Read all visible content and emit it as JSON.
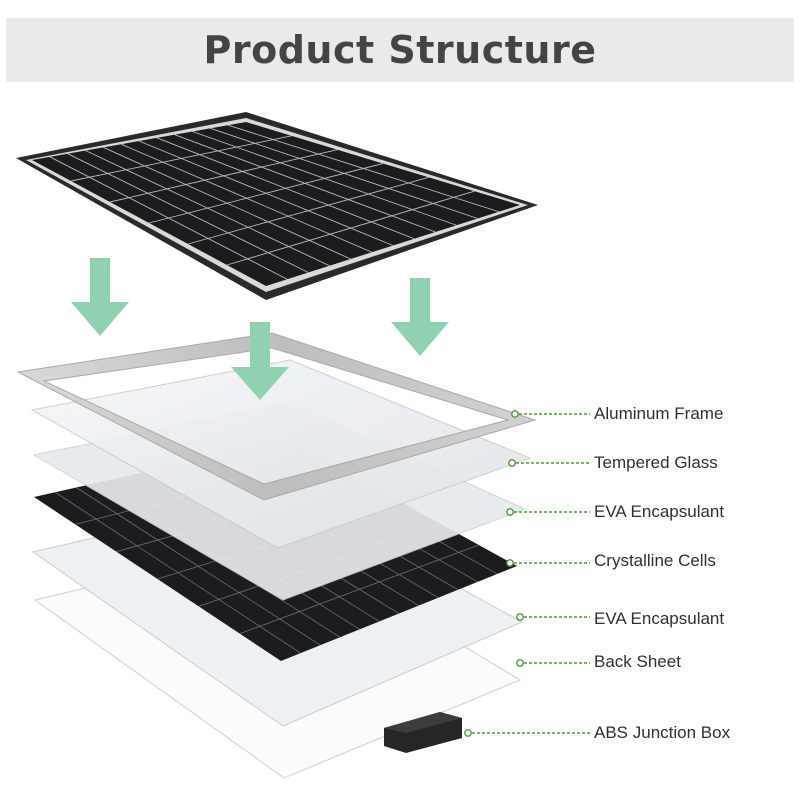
{
  "title": "Product Structure",
  "colors": {
    "title_band": "#e9ebeb",
    "title_text": "#444444",
    "arrow": "#8fd1b0",
    "leader": "#4c9a3c",
    "frame": "#c9c9c9",
    "cell_dark": "#1c1c1e",
    "cell_line": "#bfc2c6"
  },
  "icons": [
    "down-arrow-icon",
    "down-arrow-icon",
    "down-arrow-icon"
  ],
  "layers": [
    {
      "name": "Aluminum Frame"
    },
    {
      "name": "Tempered Glass"
    },
    {
      "name": "EVA Encapsulant"
    },
    {
      "name": "Crystalline Cells"
    },
    {
      "name": "EVA Encapsulant"
    },
    {
      "name": "Back Sheet"
    },
    {
      "name": "ABS Junction Box"
    }
  ]
}
